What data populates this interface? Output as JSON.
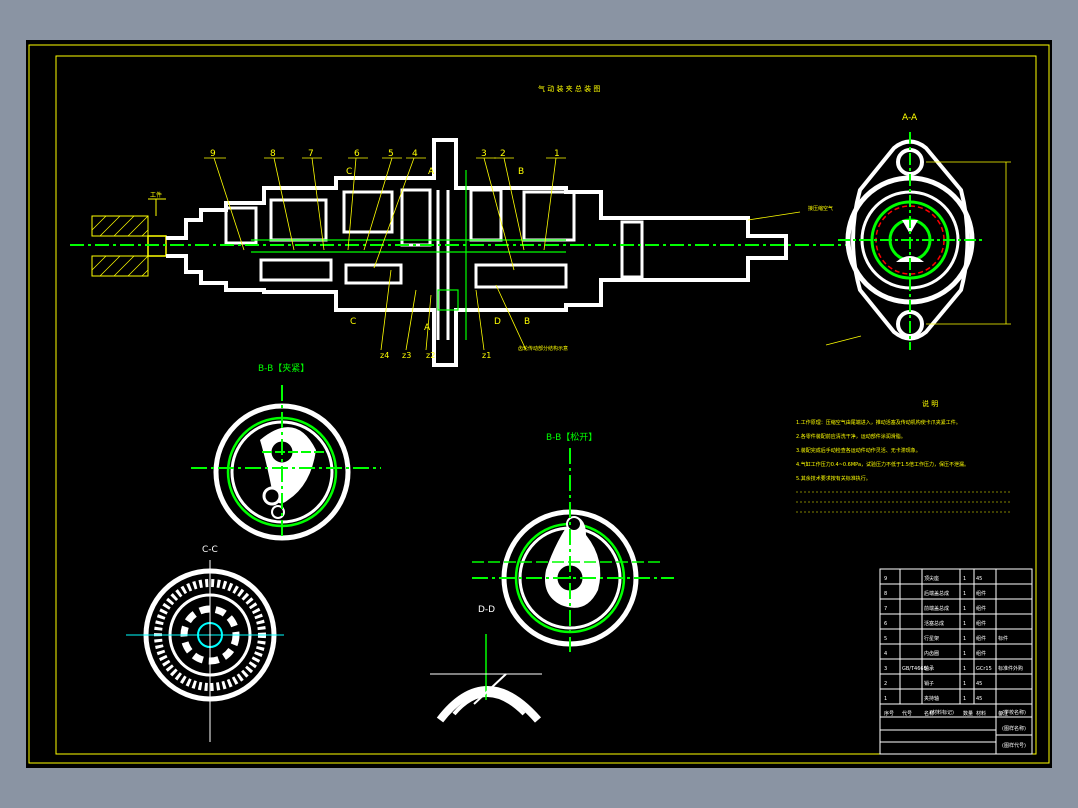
{
  "drawing": {
    "title": "气 动 装 夹 总 装 图",
    "section_labels": {
      "aa": "A-A",
      "bb_clamp": "B-B【夹紧】",
      "bb_release": "B-B【松开】",
      "cc": "C-C",
      "dd": "D-D"
    },
    "cut_letters": [
      "C",
      "A",
      "B",
      "C",
      "A",
      "D",
      "B"
    ],
    "part_callouts": [
      "9",
      "8",
      "7",
      "6",
      "5",
      "4",
      "3",
      "2",
      "1"
    ],
    "bottom_callouts": [
      "z4",
      "z3",
      "z2",
      "z1"
    ],
    "left_label": "工件",
    "right_label": "接压缩空气",
    "gear_note": "齿轮传动部分结构示意",
    "notes_title": "说  明",
    "notes": [
      "1.工作原理：压缩空气由尾端进入，推动活塞及传动机构使卡爪夹紧工件。",
      "2.各零件装配前应清洗干净，运动部件涂润滑脂。",
      "3.装配完成后手动检查各运动件动作灵活、无卡滞现象。",
      "4.气缸工作压力0.4~0.6MPa，试验压力不低于1.5倍工作压力，保压不泄漏。",
      "5.其余技术要求按有关标准执行。"
    ]
  },
  "bom": {
    "header": [
      "序号",
      "代号",
      "名称",
      "数量",
      "材料",
      "备注"
    ],
    "rows": [
      [
        "9",
        "",
        "顶尖座",
        "1",
        "45",
        ""
      ],
      [
        "8",
        "",
        "后端盖总成",
        "1",
        "组件",
        ""
      ],
      [
        "7",
        "",
        "前端盖总成",
        "1",
        "组件",
        ""
      ],
      [
        "6",
        "",
        "活塞总成",
        "1",
        "组件",
        ""
      ],
      [
        "5",
        "",
        "行星架",
        "1",
        "组件",
        "标件"
      ],
      [
        "4",
        "",
        "内齿圈",
        "1",
        "组件",
        ""
      ],
      [
        "3",
        "GB/T4660",
        "轴承",
        "1",
        "GCr15",
        "标准件外购"
      ],
      [
        "2",
        "",
        "销子",
        "1",
        "45",
        ""
      ],
      [
        "1",
        "",
        "夹持轴",
        "1",
        "45",
        ""
      ]
    ],
    "title_block": [
      "(学校名称)",
      "(图样名称)",
      "(图样代号)",
      "(材料标记)"
    ]
  },
  "colors": {
    "yellow": "#ffff00",
    "green": "#00ff00",
    "white": "#ffffff",
    "red": "#ff0000",
    "cyan": "#00ffff"
  }
}
